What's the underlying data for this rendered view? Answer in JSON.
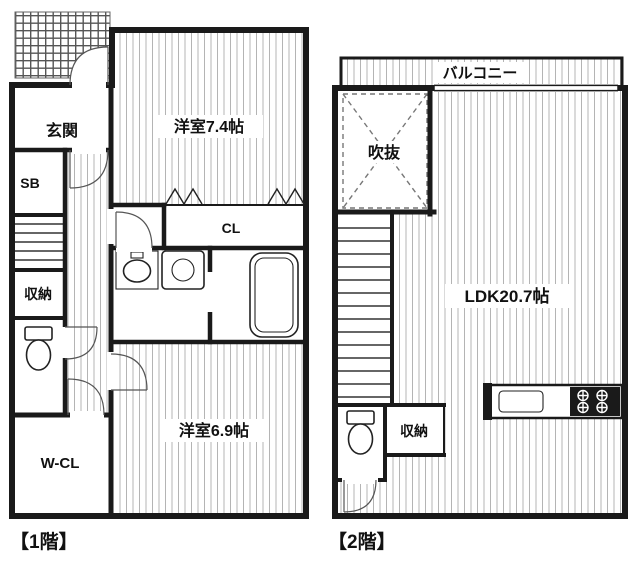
{
  "floor1": {
    "caption": "【1階】",
    "genkan": "玄関",
    "shoebox": "SB",
    "bedroom_74": "洋室7.4帖",
    "closet": "CL",
    "storage": "収納",
    "bedroom_69": "洋室6.9帖",
    "walkin_closet": "W-CL"
  },
  "floor2": {
    "caption": "【2階】",
    "balcony": "バルコニー",
    "void": "吹抜",
    "ldk": "LDK20.7帖",
    "storage": "収納"
  },
  "fixtures": {
    "toilet_1f": "toilet-icon",
    "vanity": "sink-icon",
    "washer": "washing-machine-icon",
    "bathtub": "bathtub-icon",
    "toilet_2f": "toilet-icon",
    "kitchen_sink": "kitchen-sink-icon",
    "stove": "stove-icon",
    "porch": "tile-grid",
    "stairs": "stairs",
    "atrium": "void-cross"
  },
  "colors": {
    "wall": "#1a1a1a",
    "hatch": "#b4b4b4",
    "grid": "#555555",
    "bg": "#ffffff"
  }
}
